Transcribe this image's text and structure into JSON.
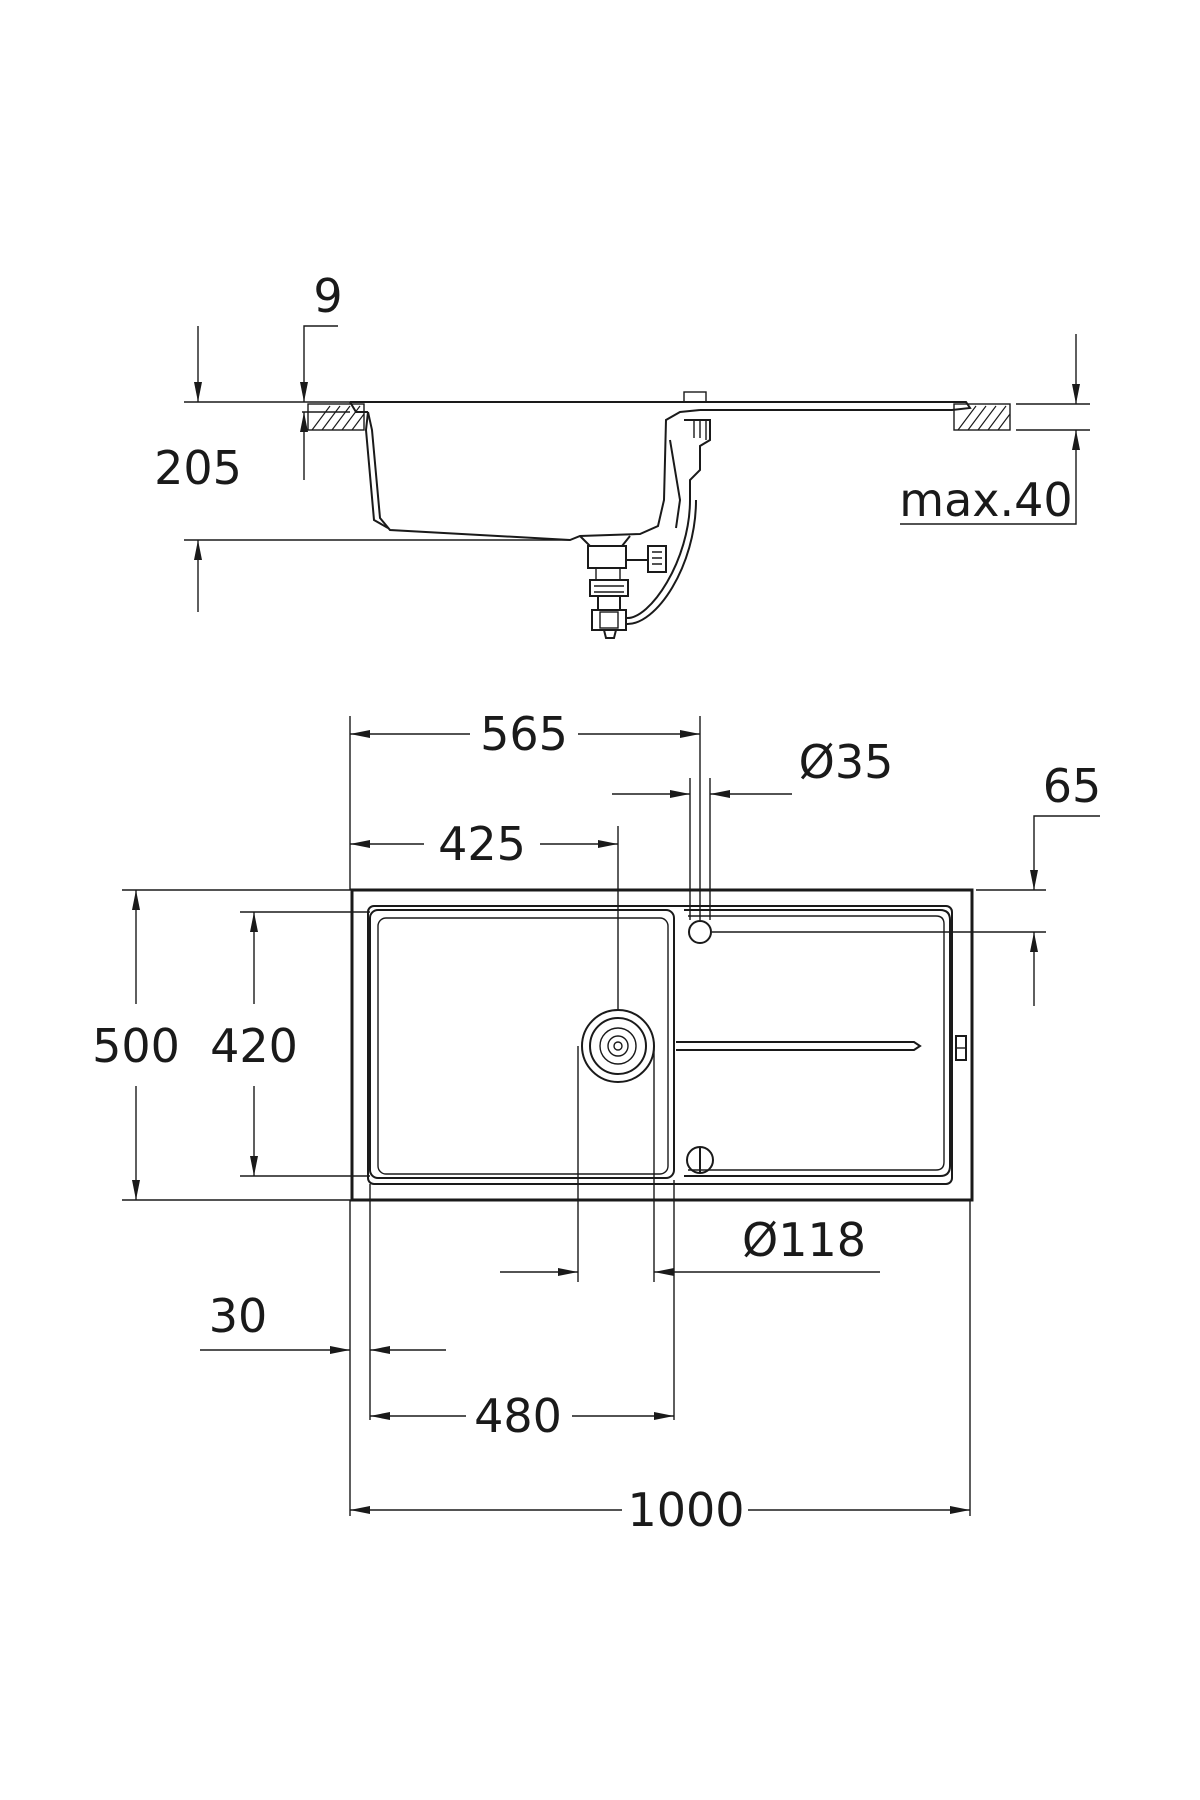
{
  "side_view": {
    "dim_rim_thickness": "9",
    "dim_depth": "205",
    "dim_worktop": "max.40"
  },
  "top_view": {
    "dim_tap_hole_pos": "565",
    "dim_tap_hole_diameter": "Ø35",
    "dim_tap_hole_offset": "65",
    "dim_drain_pos": "425",
    "dim_overall_depth": "500",
    "dim_bowl_depth": "420",
    "dim_drain_diameter": "Ø118",
    "dim_rim_width": "30",
    "dim_bowl_width": "480",
    "dim_overall_width": "1000"
  }
}
